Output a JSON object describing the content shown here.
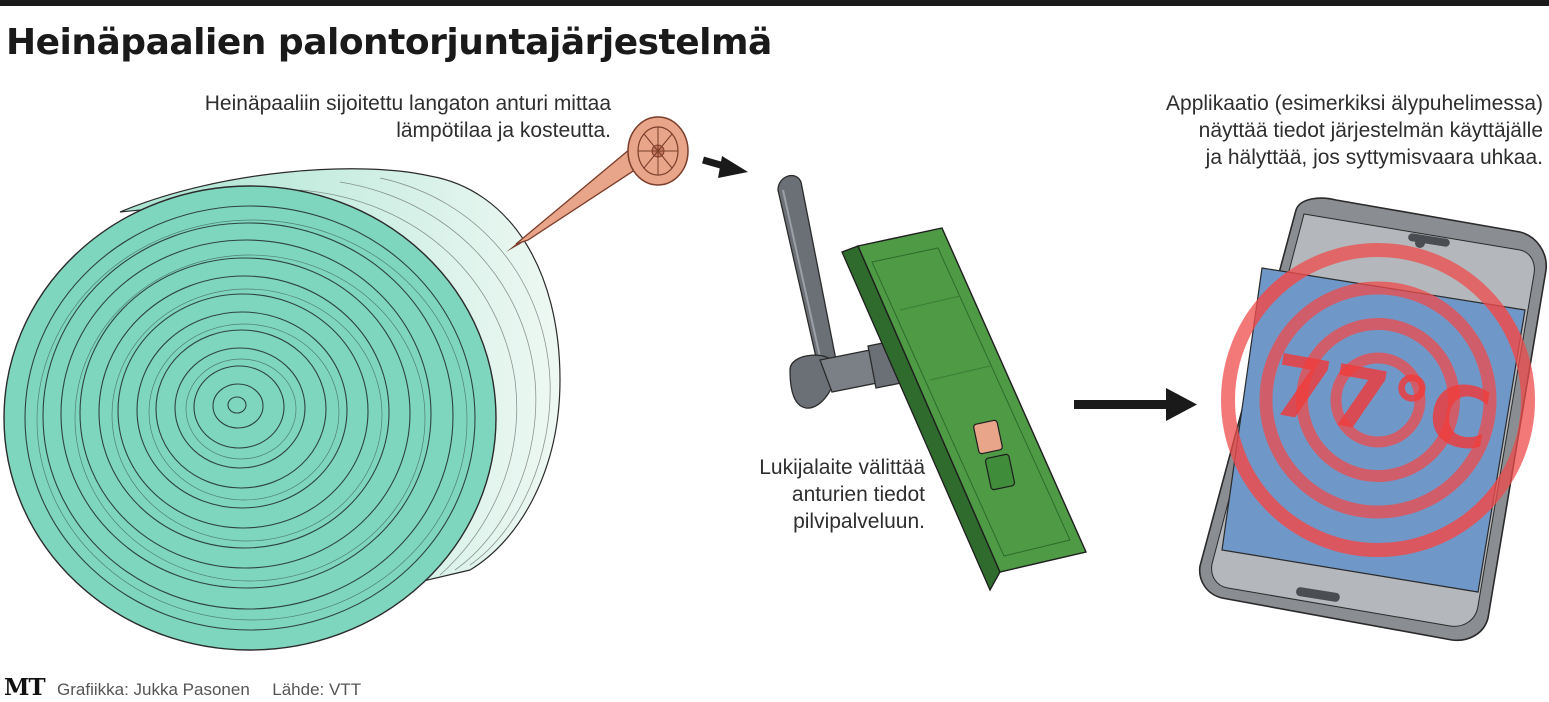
{
  "title": "Heinäpaalien palontorjuntajärjestelmä",
  "captions": {
    "sensor": [
      "Heinäpaaliin sijoitettu langaton anturi mittaa",
      "lämpötilaa ja kosteutta."
    ],
    "reader": [
      "Lukijalaite välittää",
      "anturien tiedot",
      "pilvipalveluun."
    ],
    "app": [
      "Applikaatio (esimerkiksi älypuhelimessa)",
      "näyttää tiedot järjestelmän käyttäjälle",
      "ja hälyttää, jos syttymisvaara uhkaa."
    ]
  },
  "phone_display": "77°C",
  "footer": {
    "logo": "MT",
    "credit": "Grafiikka: Jukka Pasonen",
    "source": "Lähde: VTT"
  },
  "colors": {
    "bale": "#7fd6be",
    "sensor": "#e8a58a",
    "reader_box": "#4e9a45",
    "antenna": "#6b7076",
    "phone_body": "#8a8d92",
    "phone_screen": "#6f98c9",
    "alert": "#ef4b4b"
  }
}
